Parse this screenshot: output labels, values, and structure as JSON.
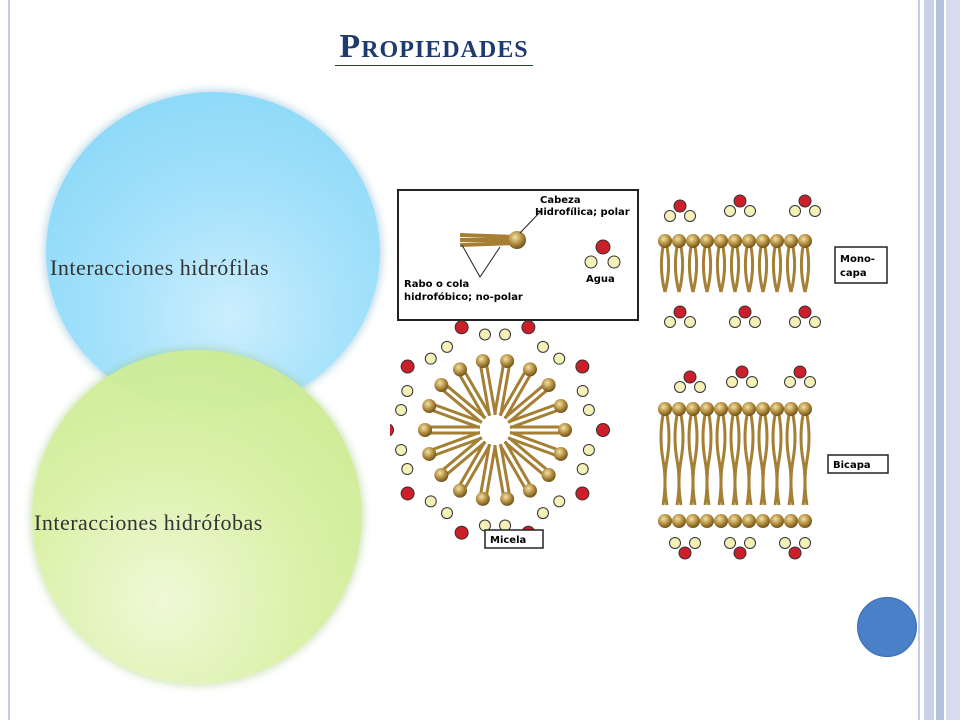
{
  "title": "Propiedades",
  "circles": [
    {
      "label": "Interacciones hidrófilas"
    },
    {
      "label": "Interacciones hidrófobas"
    }
  ],
  "diagram": {
    "legend_head": "Cabeza",
    "legend_head2": "Hidrofílica; polar",
    "legend_tail": "Rabo o cola",
    "legend_tail2": "hidrofóbico; no-polar",
    "legend_water": "Agua",
    "label_mono1": "Mono-",
    "label_mono2": "capa",
    "label_bicapa": "Bicapa",
    "label_micela": "Micela"
  },
  "colors": {
    "title": "#1f3a6e",
    "water_red": "#cc1f2a",
    "water_yellow": "#f4f0b8",
    "lipid_head": "#b08a3a"
  }
}
